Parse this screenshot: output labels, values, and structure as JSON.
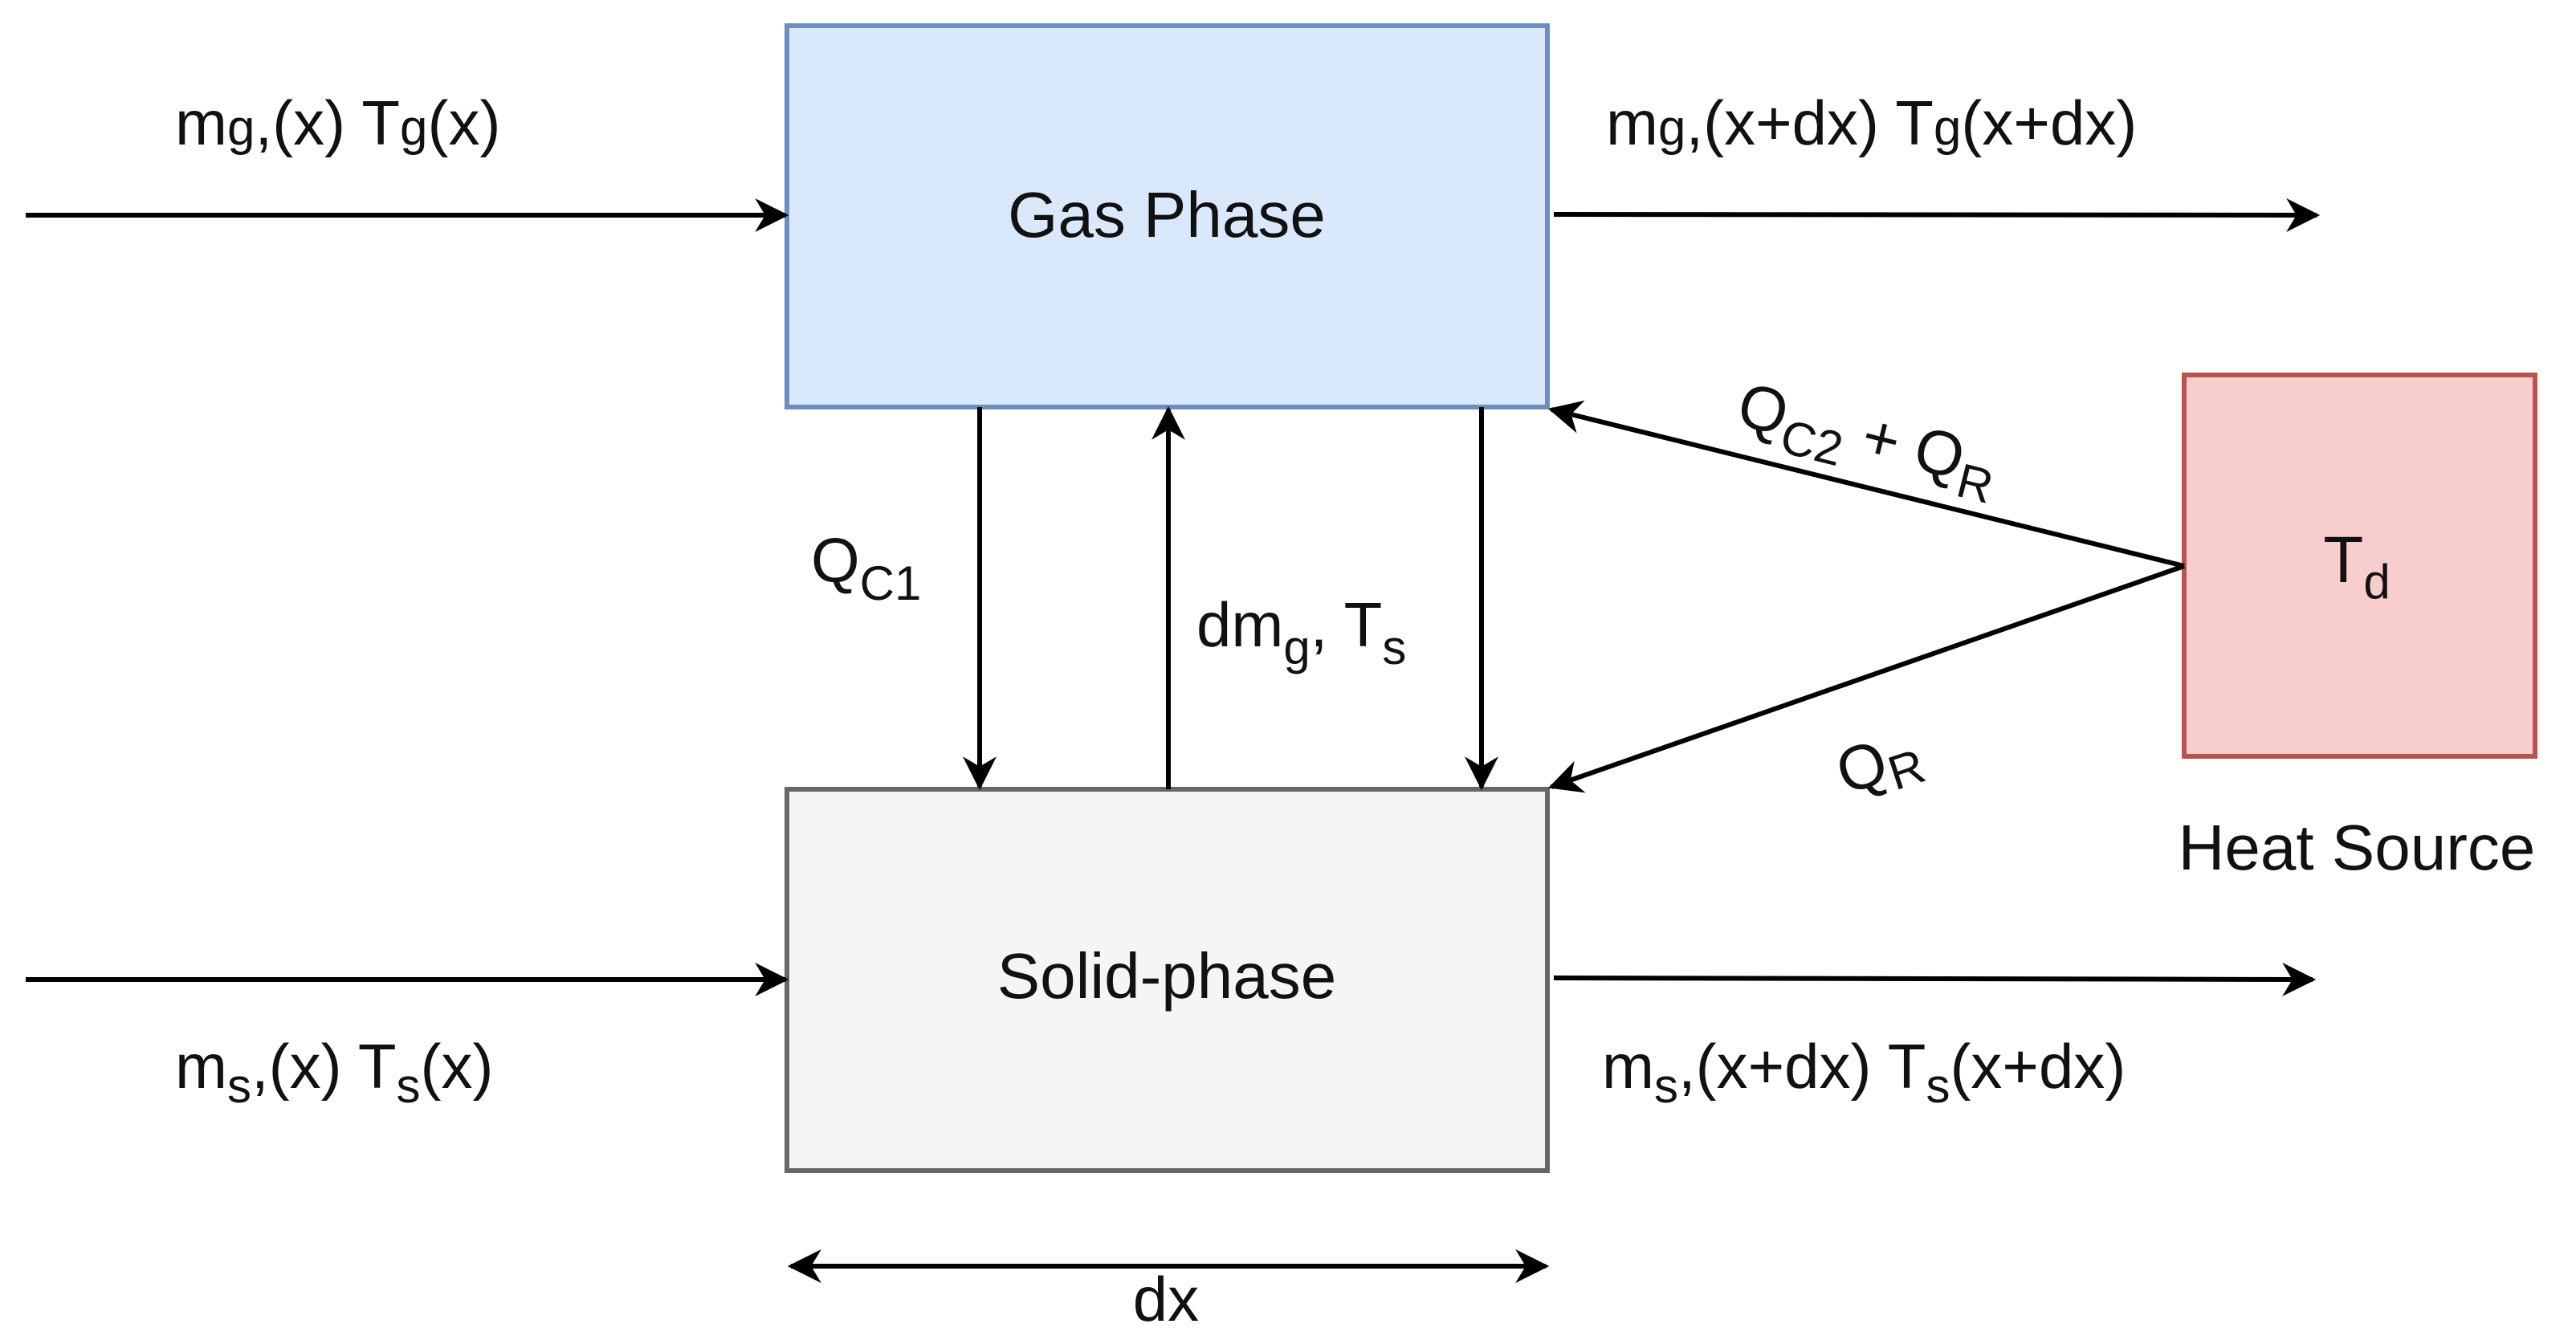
{
  "colors": {
    "gas_fill": "#dae8fc",
    "gas_stroke": "#6c8ebf",
    "solid_fill": "#f5f5f5",
    "solid_stroke": "#666666",
    "heat_fill": "#f8cecc",
    "heat_stroke": "#b85450",
    "line": "#000000"
  },
  "boxes": {
    "gas": {
      "label": "Gas Phase"
    },
    "solid": {
      "label": "Solid-phase"
    },
    "heat": {
      "label_main": "T",
      "label_sub": "d",
      "caption": "Heat Source"
    }
  },
  "flows": {
    "gas_in": {
      "m": "m",
      "m_sub": "g",
      "rest": ",(x) T",
      "t_sub": "g",
      "tail": "(x)"
    },
    "gas_out": {
      "m": "m",
      "m_sub": "g",
      "rest": ",(x+dx) T",
      "t_sub": "g",
      "tail": "(x+dx)"
    },
    "solid_in": {
      "m": "m",
      "m_sub": "s",
      "rest": ",(x) T",
      "t_sub": "s",
      "tail": "(x)"
    },
    "solid_out": {
      "m": "m",
      "m_sub": "s",
      "rest": ",(x+dx) T",
      "t_sub": "s",
      "tail": "(x+dx)"
    }
  },
  "exchanges": {
    "qc1": {
      "main": "Q",
      "sub": "C1"
    },
    "dmg": {
      "a": "dm",
      "a_sub": "g",
      "b": ", T",
      "b_sub": "s"
    },
    "qc2qr": {
      "a": "Q",
      "a_sub": "C2",
      "b": " + Q",
      "b_sub": "R"
    },
    "qr": {
      "main": "Q",
      "sub": "R"
    }
  },
  "dimension": {
    "label": "dx"
  }
}
